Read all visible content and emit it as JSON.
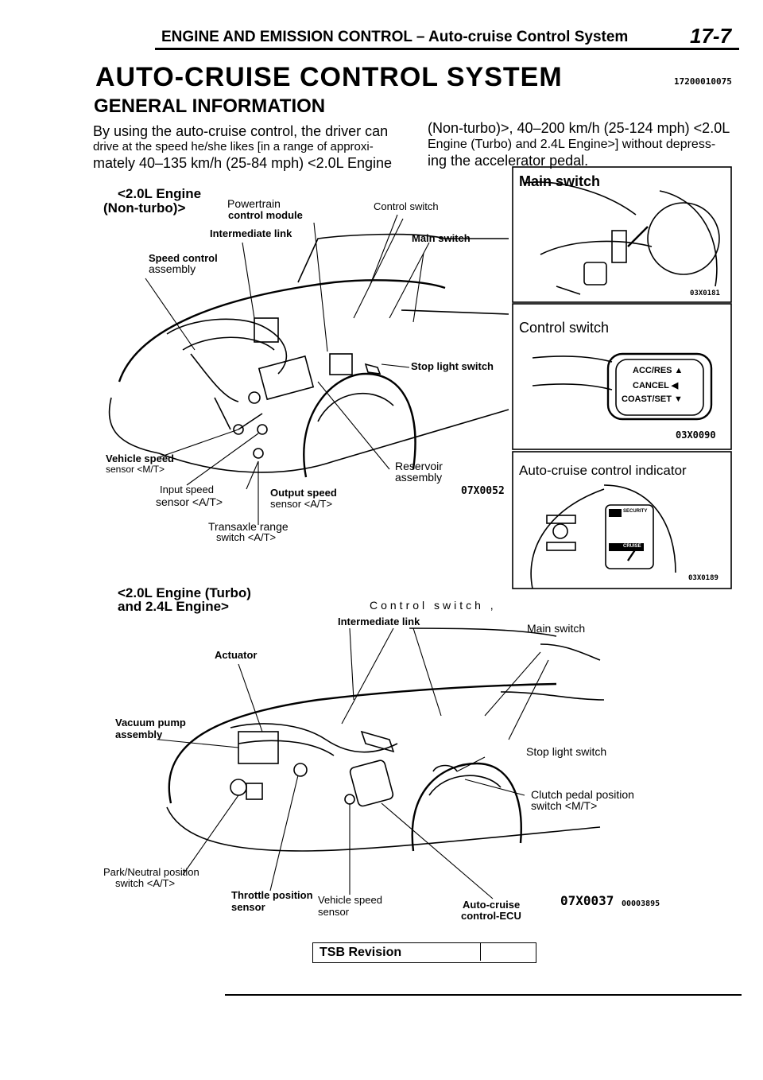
{
  "header": {
    "section": "ENGINE AND EMISSION CONTROL – Auto-cruise Control System",
    "page": "17-7"
  },
  "title": "AUTO-CRUISE CONTROL SYSTEM",
  "doc_code": "17200010075",
  "subtitle": "GENERAL INFORMATION",
  "paragraph": {
    "l1": "By using the auto-cruise control, the driver can",
    "l2": "drive at the speed he/she likes [in a range of approxi-",
    "l3": "mately 40–135 km/h (25-84 mph) <2.0L Engine",
    "r1": "(Non-turbo)>, 40–200 km/h (25-124 mph) <2.0L",
    "r2": "Engine (Turbo) and 2.4L Engine>] without depress-",
    "r3": "ing the accelerator pedal."
  },
  "diagram1": {
    "heading1": "<2.0L Engine",
    "heading2": "(Non-turbo)>",
    "powertrain1": "Powertrain",
    "powertrain2": "control module",
    "control_switch": "Control switch",
    "intermediate_link": "Intermediate link",
    "main_switch": "Main switch",
    "speed_control1": "Speed control",
    "speed_control2": "assembly",
    "stop_light_switch": "Stop light switch",
    "vehicle_speed1": "Vehicle speed",
    "vehicle_speed2": "sensor <M/T>",
    "reservoir1": "Reservoir",
    "reservoir2": "assembly",
    "input_speed1": "Input speed",
    "input_speed2": "sensor <A/T>",
    "output_speed1": "Output speed",
    "output_speed2": "sensor <A/T>",
    "transaxle1": "Transaxle range",
    "transaxle2": "switch <A/T>",
    "code": "07X0052"
  },
  "panel_main": {
    "label": "Main switch",
    "code": "03X0181"
  },
  "panel_control": {
    "label": "Control switch",
    "btn1": "ACC/RES ▲",
    "btn2": "CANCEL ◀",
    "btn3": "COAST/SET ▼",
    "code": "03X0090"
  },
  "panel_indicator": {
    "label": "Auto-cruise control indicator",
    "code": "03X0189",
    "badge1": "SECURITY",
    "badge2": "CRUISE"
  },
  "diagram2": {
    "heading1": "<2.0L Engine (Turbo)",
    "heading2": "and 2.4L Engine>",
    "control_switch": "Control switch ,",
    "intermediate_link": "Intermediate link",
    "main_switch": "Main switch",
    "actuator": "Actuator",
    "vacuum1": "Vacuum pump",
    "vacuum2": "assembly",
    "stop_light_switch": "Stop light switch",
    "clutch1": "Clutch pedal position",
    "clutch2": "switch <M/T>",
    "park1": "Park/Neutral position",
    "park2": "switch <A/T>",
    "throttle1": "Throttle position",
    "throttle2": "sensor",
    "vehicle_speed1": "Vehicle speed",
    "vehicle_speed2": "sensor",
    "ecu1": "Auto-cruise",
    "ecu2": "control-ECU",
    "code": "07X0037",
    "code2": "00003895"
  },
  "footer": {
    "tsb": "TSB Revision"
  }
}
